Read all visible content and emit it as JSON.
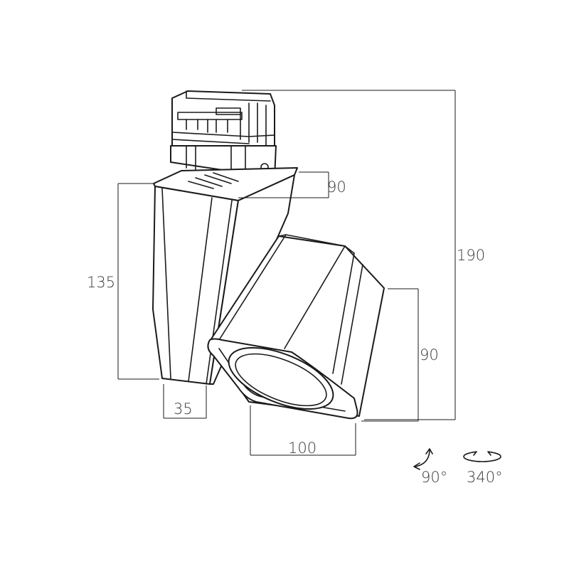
{
  "dimensions": {
    "adapter_height": "90",
    "arm_height": "135",
    "overall_height": "190",
    "head_height": "90",
    "arm_width": "35",
    "head_width": "100"
  },
  "rotation": {
    "tilt": "90°",
    "pan": "340°"
  }
}
